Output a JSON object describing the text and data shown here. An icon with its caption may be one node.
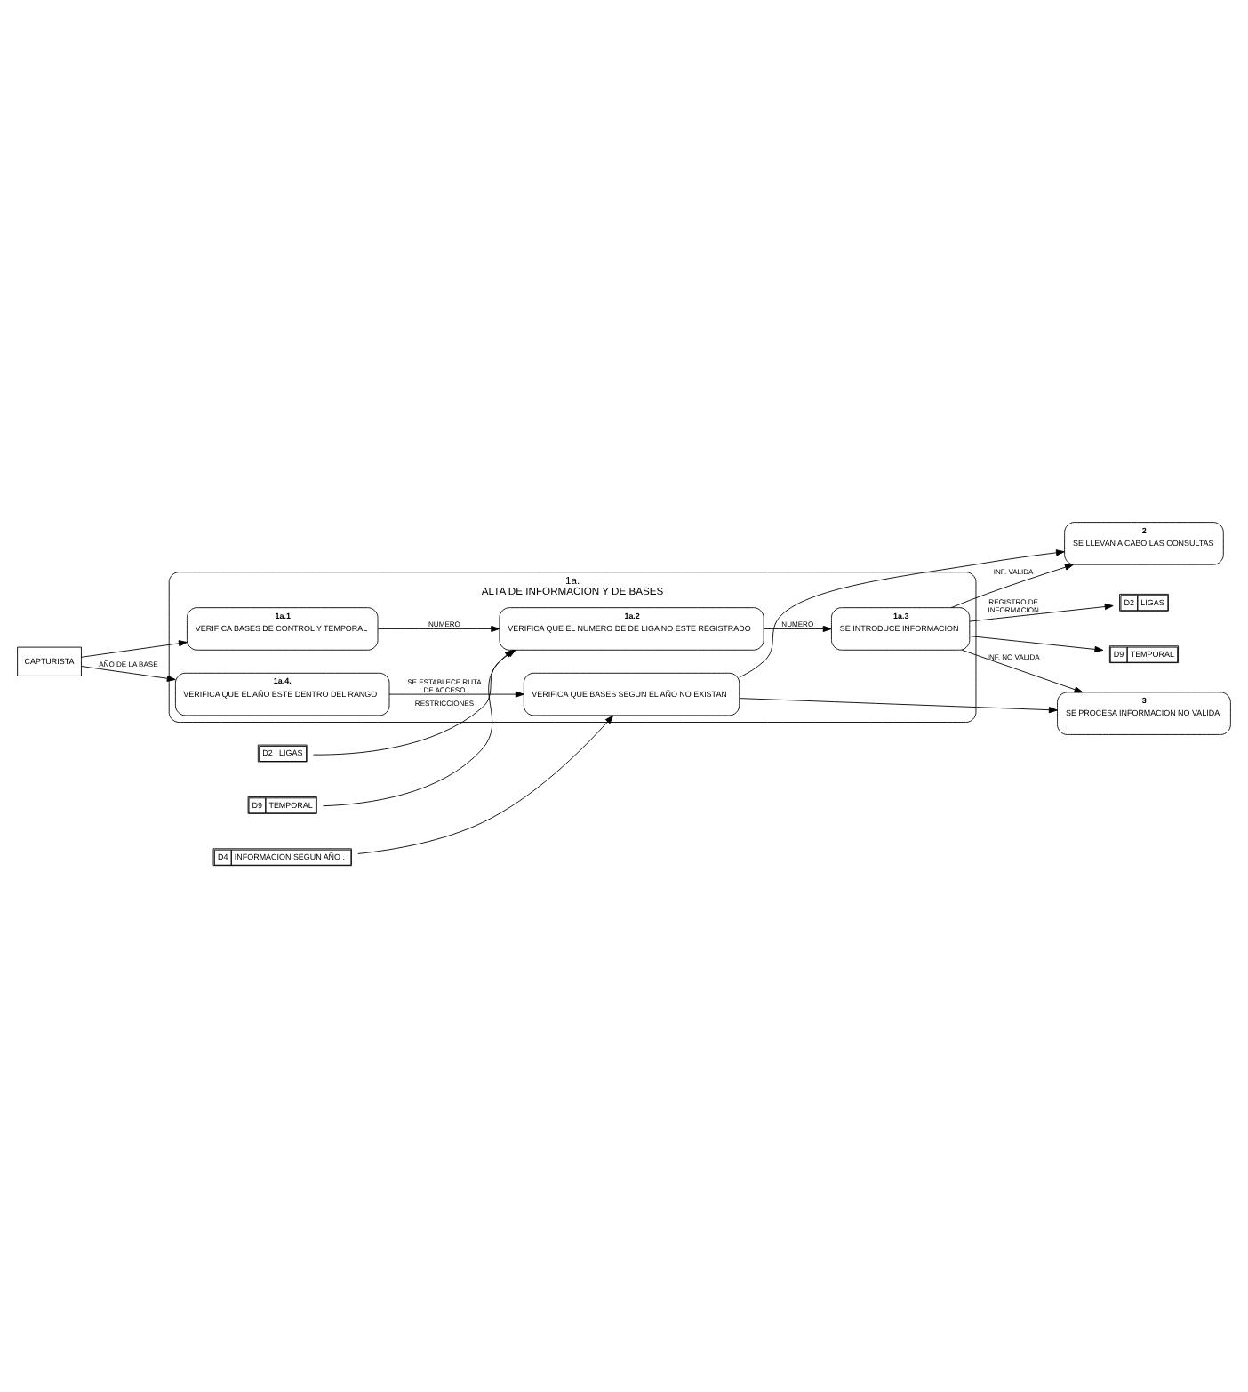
{
  "diagram": {
    "nodes": [
      {
        "text": [
          "1a.",
          "ALTA DE INFORMACION Y DE BASES"
        ]
      },
      {
        "text": [
          "CAPTURISTA"
        ]
      },
      {
        "text": [
          "1a.1",
          "VERIFICA BASES DE CONTROL Y TEMPORAL"
        ],
        "in": 0
      },
      {
        "text": [
          "1a.2",
          "VERIFICA QUE EL NUMERO DE DE LIGA NO ESTE REGISTRADO"
        ],
        "in": 0
      },
      {
        "text": [
          "2",
          "SE LLEVAN A CABO LAS CONSULTAS"
        ]
      },
      {
        "text": [
          "1a.3",
          "SE INTRODUCE INFORMACION"
        ],
        "in": 0
      },
      {
        "text": [
          "D2",
          "LIGAS"
        ]
      },
      {
        "text": [
          "D9",
          "TEMPORAL"
        ]
      },
      {
        "text": [
          "D2",
          "LIGAS"
        ]
      },
      {
        "text": [
          "D9",
          "TEMPORAL"
        ]
      },
      {
        "text": [
          "1a.4.",
          "VERIFICA QUE EL AÑO ESTE DENTRO DEL RANGO"
        ],
        "in": 0
      },
      {
        "text": [
          "VERIFICA QUE BASES SEGUN EL AÑO NO EXISTAN"
        ],
        "in": 0
      },
      {
        "text": [
          "3",
          "SE PROCESA INFORMACION NO VALIDA"
        ]
      },
      {
        "text": [
          "D4",
          "INFORMACION SEGUN AÑO ."
        ]
      }
    ],
    "edges": [
      {
        "from": 1,
        "to": 2,
        "arrow": "to"
      },
      {
        "from": 1,
        "to": 10,
        "arrow": "to",
        "label": "AÑO DE LA BASE"
      },
      {
        "from": 2,
        "to": 3,
        "arrow": "to",
        "label": "NUMERO"
      },
      {
        "from": 3,
        "to": 5,
        "arrow": "to",
        "label": "NUMERO"
      },
      {
        "from": 6,
        "to": 3,
        "arrow": "to",
        "label": "RESTRICCIONES"
      },
      {
        "from": 7,
        "to": 3,
        "arrow": "to"
      },
      {
        "from": 5,
        "to": 8,
        "arrow": "to",
        "label": "REGISTRO DE INFORMACION"
      },
      {
        "from": 5,
        "to": 9,
        "arrow": "to"
      },
      {
        "from": 10,
        "to": 11,
        "arrow": "to",
        "label": "SE ESTABLECE RUTA DE ACCESO"
      },
      {
        "from": 5,
        "to": 4,
        "arrow": "to",
        "label": "INF. VALIDA"
      },
      {
        "from": 5,
        "to": 12,
        "arrow": "to",
        "label": "INF. NO VALIDA"
      },
      {
        "from": 11,
        "to": 4,
        "arrow": "to"
      },
      {
        "from": 11,
        "to": 12,
        "arrow": "to"
      },
      {
        "from": 13,
        "to": 11,
        "arrow": "to"
      }
    ]
  }
}
